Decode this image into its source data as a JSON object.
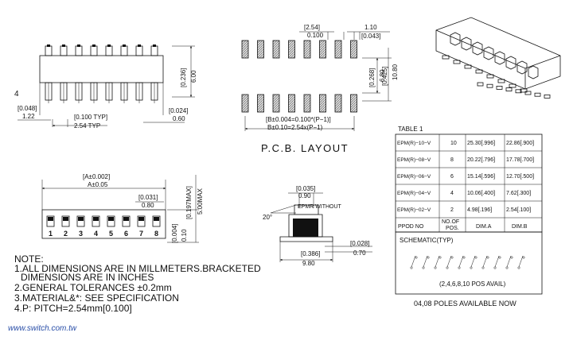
{
  "top_view": {
    "pin_label": "4",
    "dim_left_in": "[0.048]",
    "dim_left_mm": "1.22",
    "dim_pitch_in": "[0.100 TYP]",
    "dim_pitch_mm": "2.54 TYP",
    "dim_right_in": "[0.024]",
    "dim_right_mm": "0.60",
    "dim_height_in": "[0.236]",
    "dim_height_mm": "6.00"
  },
  "pcb": {
    "dim_pitch_mm": "[2.54]",
    "dim_pitch_in": "0.100",
    "dim_pad_mm": "1.10",
    "dim_pad_in": "[0.043]",
    "dim_row_in": "[0.268]",
    "dim_row_mm": "6.80",
    "dim_outer_in": "[0.425]",
    "dim_outer_mm": "10.80",
    "dim_b_in": "[B±0.004=0.100*(P−1)]",
    "dim_b_mm": "B±0.10=2.54x(P−1)",
    "title": "P.C.B. LAYOUT"
  },
  "front_view": {
    "dim_a_in": "[A±0.002]",
    "dim_a_mm": "A±0.05",
    "dim_slot_in": "[0.031]",
    "dim_slot_mm": "0.80",
    "dim_max_in": "[0.197MAX]",
    "dim_max_mm": "5.00MAX",
    "dim_lead_in": "[0.004]",
    "dim_lead_mm": "0.10",
    "pos_labels": [
      "1",
      "2",
      "3",
      "4",
      "5",
      "6",
      "7",
      "8"
    ]
  },
  "side_view": {
    "dim_top_in": "[0.035]",
    "dim_top_mm": "0.90",
    "angle": "20°",
    "label": "EPMR WITHOUT",
    "dim_width_in": "[0.386]",
    "dim_width_mm": "9.80",
    "dim_foot_in": "[0.028]",
    "dim_foot_mm": "0.70"
  },
  "notes": {
    "heading": "NOTE:",
    "line1": "1.ALL DIMENSIONS ARE IN MILLMETERS.BRACKETED",
    "line1b": "DIMENSIONS ARE IN INCHES",
    "line2": "2.GENERAL TOLERANCES ±0.2mm",
    "line3": "3.MATERIAL&*: SEE SPECIFICATION",
    "line4": "4.P: PITCH=2.54mm[0.100]"
  },
  "watermark": "www.switch.com.tw",
  "table": {
    "title": "TABLE 1",
    "rows": [
      {
        "ppod": "EPM(R)−10−V",
        "pos": "10",
        "dim_a": "25.30[.996]",
        "dim_b": "22.86[.900]"
      },
      {
        "ppod": "EPM(R)−08−V",
        "pos": "8",
        "dim_a": "20.22[.796]",
        "dim_b": "17.78[.700]"
      },
      {
        "ppod": "EPM(R)−06−V",
        "pos": "6",
        "dim_a": "15.14[.596]",
        "dim_b": "12.70[.500]"
      },
      {
        "ppod": "EPM(R)−04−V",
        "pos": "4",
        "dim_a": "10.06[.400]",
        "dim_b": "7.62[.300]"
      },
      {
        "ppod": "EPM(R)−02−V",
        "pos": "2",
        "dim_a": "4.98[.196]",
        "dim_b": "2.54[.100]"
      }
    ],
    "headers": {
      "ppod": "PPOD NO",
      "pos_line1": "NO.OF",
      "pos_line2": "POS.",
      "dim_a": "DIM.A",
      "dim_b": "DIM.B"
    },
    "schematic_title": "SCHEMATIC(TYP)",
    "schematic_note": "(2,4,6,8,10 POS AVAIL)",
    "footer": "04,08 POLES AVAILABLE NOW"
  }
}
